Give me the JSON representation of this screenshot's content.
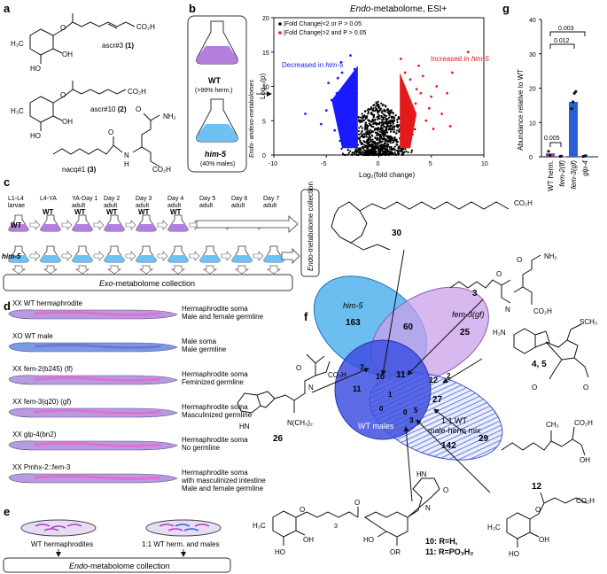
{
  "panels": {
    "a": "a",
    "b": "b",
    "c": "c",
    "d": "d",
    "e": "e",
    "f": "f",
    "g": "g"
  },
  "a": {
    "compounds": [
      {
        "name": "ascr#3",
        "num": "(1)"
      },
      {
        "name": "ascr#10",
        "num": "(2)"
      },
      {
        "name": "nacq#1",
        "num": "(3)"
      }
    ],
    "atoms": {
      "h3c": "H₃C",
      "oh": "OH",
      "ho": "HO",
      "o": "O",
      "co2h": "CO₂H",
      "nh2": "NH₂",
      "n": "N",
      "h": "H"
    }
  },
  "b": {
    "wt_label": "WT",
    "wt_sub": "(>99% herm.)",
    "him_label": "him-5",
    "him_sub": "(40% males)",
    "side_label": "Endo- andexo-metabolomes"
  },
  "volcano": {
    "title_italic": "Endo",
    "title_rest": "-metabolome, ESI+",
    "legend": [
      {
        "text": "|Fold Change|<2 or P > 0.05",
        "color": "#000000"
      },
      {
        "text": "|Fold Change|>2 and P > 0.05",
        "color": "#e02020"
      }
    ],
    "decreased_prefix": "Decreased in ",
    "decreased_strain": "him-5",
    "increased_prefix": "Increased in ",
    "increased_strain": "him-5",
    "colors": {
      "decreased": "#1a1aff",
      "increased": "#e41a1a",
      "ns": "#000000"
    },
    "chart_data": {
      "type": "scatter",
      "xlabel": "Log₂(fold change)",
      "ylabel": "Log₁₀(p)",
      "xlim": [
        -10,
        10
      ],
      "ylim": [
        0,
        20
      ],
      "xticks": [
        -10,
        -5,
        0,
        5,
        10
      ],
      "yticks": [
        0,
        5,
        10,
        15,
        20
      ],
      "series": [
        {
          "name": "Decreased in him-5",
          "color": "#1a1aff",
          "points": [
            [
              -3.5,
              12
            ],
            [
              -2.5,
              11
            ],
            [
              -3,
              10
            ],
            [
              -4,
              9
            ],
            [
              -2.8,
              8.5
            ],
            [
              -3.2,
              7
            ],
            [
              -4.5,
              8
            ],
            [
              -2.2,
              6
            ],
            [
              -3.8,
              5
            ],
            [
              -2.6,
              4
            ],
            [
              -5,
              6.5
            ],
            [
              -3,
              3
            ],
            [
              -2.4,
              2.5
            ],
            [
              -4.2,
              3.6
            ],
            [
              -2.1,
              9
            ],
            [
              -3.6,
              13.5
            ],
            [
              -2.7,
              14.5
            ],
            [
              -4.8,
              10.5
            ],
            [
              -2.3,
              12.5
            ],
            [
              -3.3,
              5.8
            ],
            [
              -5.5,
              4.5
            ],
            [
              -2.9,
              1.8
            ],
            [
              -3.9,
              11.2
            ],
            [
              -7,
              6
            ]
          ]
        },
        {
          "name": "Increased in him-5",
          "color": "#e41a1a",
          "points": [
            [
              2.5,
              12
            ],
            [
              3,
              11
            ],
            [
              2.3,
              10
            ],
            [
              4,
              9
            ],
            [
              2.8,
              8
            ],
            [
              3.5,
              7.5
            ],
            [
              5,
              8.5
            ],
            [
              2.2,
              6
            ],
            [
              4.5,
              5
            ],
            [
              2.6,
              4
            ],
            [
              6,
              6
            ],
            [
              3.2,
              3
            ],
            [
              2.4,
              2.4
            ],
            [
              4.2,
              11.5
            ],
            [
              5.5,
              10
            ],
            [
              3.8,
              13
            ],
            [
              2.1,
              14
            ],
            [
              6.5,
              9
            ],
            [
              7,
              12
            ],
            [
              3.3,
              5.5
            ],
            [
              5.2,
              3.8
            ],
            [
              2.9,
              1.7
            ],
            [
              4.8,
              6.8
            ],
            [
              6.8,
              4.2
            ],
            [
              8.5,
              15
            ],
            [
              3.6,
              9.6
            ]
          ]
        }
      ]
    }
  },
  "g": {
    "ylabel": "Abundance relative to WT",
    "bar_color": "#2a5fd8",
    "wt_color": "#8b3fa6",
    "pvalues": [
      "0.003",
      "0.012",
      "0.005"
    ],
    "chart_data": {
      "type": "bar",
      "categories": [
        "WT herm.",
        "fem-2(lf)",
        "fem-3(gf)",
        "glp-4"
      ],
      "values": [
        1,
        0.1,
        16,
        0.1
      ],
      "ylim": [
        0,
        40
      ],
      "yticks": [
        0,
        10,
        20,
        30,
        40
      ],
      "points": [
        [
          1.6,
          0.4
        ],
        [
          0.1,
          0.2
        ],
        [
          14,
          16,
          18.5,
          19
        ],
        [
          0.1,
          0.2,
          0.3
        ]
      ]
    }
  },
  "c": {
    "stages": [
      "L1-L4\nlarvae",
      "L4-YA",
      "YA-Day 1\nadult",
      "Day 2\nadult",
      "Day 3\nadult",
      "Day 4\nadult",
      "Day 5\nadult",
      "Day 6\nadult",
      "Day 7\nadult"
    ],
    "wt": "WT",
    "him": "him-5",
    "endo_collection_italic": "Endo",
    "endo_collection_rest": "-metabolome collection",
    "exo_collection_italic": "Exo",
    "exo_collection_rest": "-metabolome collection"
  },
  "d": {
    "worms": [
      {
        "label": "XX WT hermaphrodite",
        "desc": [
          "Hermaphrodite soma",
          "Male and female germline"
        ]
      },
      {
        "label": "XO WT male",
        "desc": [
          "Male soma",
          "Male germline"
        ]
      },
      {
        "label": "XX fem-2(b245) (lf)",
        "desc": [
          "Hermaphrodite soma",
          "Feminized germline"
        ]
      },
      {
        "label": "XX fem-3(q20) (gf)",
        "desc": [
          "Hermaphrodite soma",
          "Masculinized germline"
        ]
      },
      {
        "label": "XX glp-4(bn2)",
        "desc": [
          "Hermaphrodite soma",
          "No germline"
        ]
      },
      {
        "label": "XX Pmhx-2::fem-3",
        "desc": [
          "Hermaphrodite soma",
          "with masculinized intestine",
          "Male and female germline"
        ]
      }
    ]
  },
  "e": {
    "left": "WT hermaphrodites",
    "right": "1:1 WT herm. and males",
    "collection_italic": "Endo",
    "collection_rest": "-metabolome collection"
  },
  "f": {
    "sets": {
      "him5": "him-5",
      "fem3": "fem-3(gf)",
      "wtmales": "WT males",
      "mix1": "1:1 WT",
      "mix2": "male-herm mix"
    },
    "counts": {
      "him5": "163",
      "fem3": "25",
      "mix": "142",
      "him_fem": "60",
      "c7": "7",
      "c10": "10",
      "c11a": "11",
      "c11b": "11",
      "c12": "12",
      "c2": "2",
      "c1": "1",
      "c0a": "0",
      "c0b": "0",
      "c5": "5",
      "c3": "3",
      "c27": "27"
    },
    "compounds": {
      "c30": "30",
      "c3": "3",
      "c45": "4, 5",
      "c26": "26",
      "c29": "29",
      "c12": "12",
      "c10": "10: R=H,",
      "c11": "11: R=PO₃H₂"
    },
    "atoms": {
      "co2h": "CO₂H",
      "nh2": "NH₂",
      "h2n": "H₂N",
      "n": "N",
      "h": "H",
      "o": "O",
      "nh": "NH",
      "hn": "HN",
      "oh": "OH",
      "ho": "HO",
      "h3c": "H₃C",
      "sch3": "SCH₃",
      "nch3": "N(CH₃)₂",
      "ch3": "CH₃",
      "or": "OR",
      "three": "3"
    }
  }
}
